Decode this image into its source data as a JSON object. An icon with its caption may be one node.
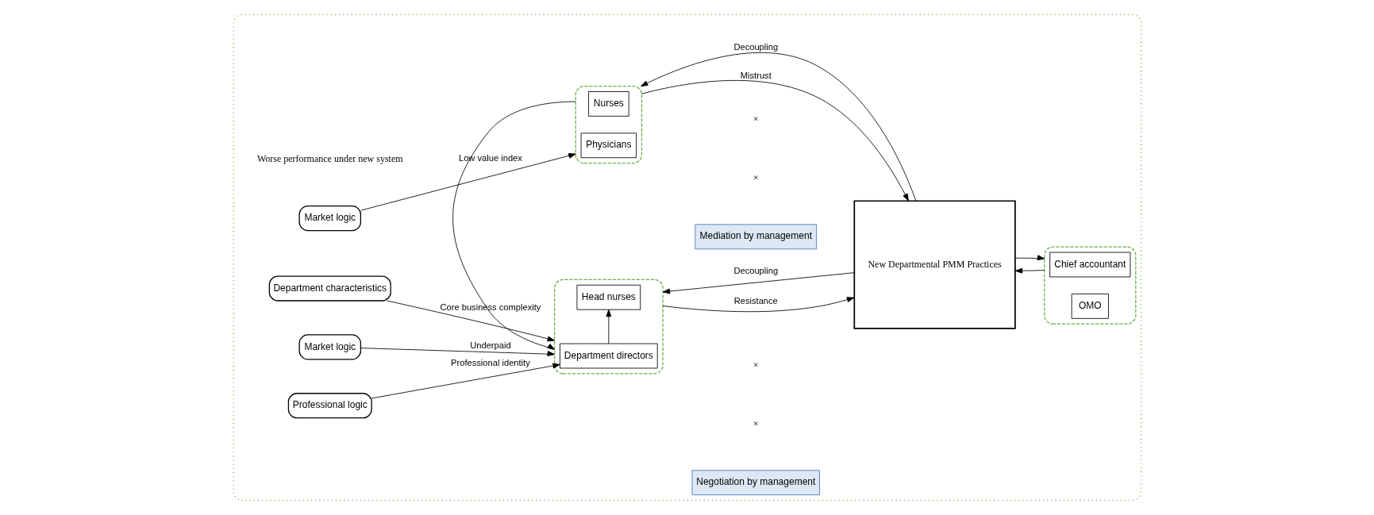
{
  "diagram": {
    "nodes": [
      {
        "text": [],
        "shape": "box"
      },
      {
        "text": [
          "Professional logic"
        ],
        "in": 0
      },
      {
        "text": [
          "Market logic"
        ],
        "in": 0
      },
      {
        "text": [
          "Department characteristics"
        ],
        "in": 0
      },
      {
        "text": [
          "Market logic"
        ],
        "in": 0
      },
      {
        "text": [],
        "shape": "box",
        "in": 0
      },
      {
        "text": [
          "Department directors"
        ],
        "in": 5
      },
      {
        "text": [
          "Head nurses"
        ],
        "in": 5
      },
      {
        "text": [],
        "shape": "box",
        "in": 0
      },
      {
        "text": [
          "Physicians"
        ],
        "in": 8
      },
      {
        "text": [
          "Nurses"
        ],
        "in": 8
      },
      {
        "text": [
          "Negotiation by management"
        ],
        "in": 0
      },
      {
        "text": [
          "Mediation by management"
        ],
        "in": 0
      },
      {
        "text": [
          "New Departmental PMM Practices"
        ],
        "in": 0
      },
      {
        "text": [],
        "shape": "box",
        "in": 0
      },
      {
        "text": [
          "Chief accountant"
        ],
        "in": 14
      },
      {
        "text": [
          "OMO"
        ],
        "in": 14
      }
    ],
    "edges": [
      {
        "from": 1,
        "to": 6,
        "arrow": "to",
        "label": "Professional identity"
      },
      {
        "from": 2,
        "to": 5,
        "arrow": "to",
        "label": "Underpaid"
      },
      {
        "from": 3,
        "to": 5,
        "arrow": "to",
        "label": "Core business complexity"
      },
      {
        "from": 6,
        "to": 7,
        "arrow": "to"
      },
      {
        "from": 8,
        "to": 5,
        "arrow": "to"
      },
      {
        "from": 4,
        "to": 8,
        "arrow": "to",
        "label": "Low value index"
      },
      {
        "from": 5,
        "to": 13,
        "arrow": "to",
        "label": "Resistance"
      },
      {
        "from": 13,
        "to": 5,
        "arrow": "to",
        "label": "Decoupling"
      },
      {
        "from": 8,
        "to": 13,
        "arrow": "to",
        "label": "Mistrust"
      },
      {
        "from": 13,
        "to": 8,
        "arrow": "to",
        "label": "Decoupling"
      },
      {
        "from": 14,
        "to": 13,
        "arrow": "to"
      },
      {
        "from": 13,
        "to": 14,
        "arrow": "to"
      }
    ],
    "labels": [
      "Worse performance under new system",
      "×",
      "×",
      "×",
      "×"
    ]
  }
}
